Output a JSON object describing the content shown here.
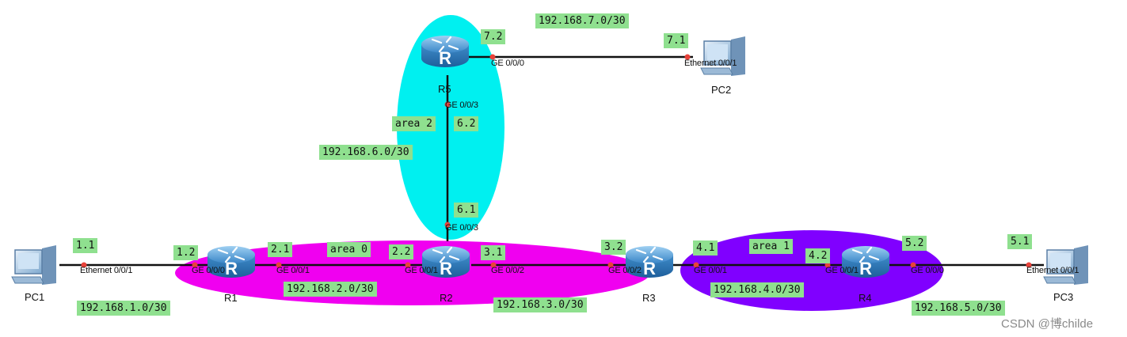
{
  "areas": {
    "area0": "area 0",
    "area1": "area 1",
    "area2": "area 2"
  },
  "nodes": {
    "PC1": "PC1",
    "PC2": "PC2",
    "PC3": "PC3",
    "R1": "R1",
    "R2": "R2",
    "R3": "R3",
    "R4": "R4",
    "R5": "R5"
  },
  "networks": {
    "n1": "192.168.1.0/30",
    "n2": "192.168.2.0/30",
    "n3": "192.168.3.0/30",
    "n4": "192.168.4.0/30",
    "n5": "192.168.5.0/30",
    "n6": "192.168.6.0/30",
    "n7": "192.168.7.0/30"
  },
  "addresses": {
    "pc1": "1.1",
    "r1_g000": "1.2",
    "r1_g001": "2.1",
    "r2_g001": "2.2",
    "r2_g002": "3.1",
    "r3_g002": "3.2",
    "r3_g001": "4.1",
    "r4_g001": "4.2",
    "r4_g000": "5.2",
    "pc3": "5.1",
    "r2_g003": "6.1",
    "r5_g003": "6.2",
    "r5_g000": "7.2",
    "pc2": "7.1"
  },
  "ports": {
    "pc1_eth": "Ethernet 0/0/1",
    "r1_g000": "GE 0/0/0",
    "r1_g001": "GE 0/0/1",
    "r2_g001": "GE 0/0/1",
    "r2_g002": "GE 0/0/2",
    "r2_g003": "GE 0/0/3",
    "r3_g002": "GE 0/0/2",
    "r3_g001": "GE 0/0/1",
    "r4_g001": "GE 0/0/1",
    "r4_g000": "GE 0/0/0",
    "pc3_eth": "Ethernet 0/0/1",
    "r5_g003": "GE 0/0/3",
    "r5_g000": "GE 0/0/0",
    "pc2_eth": "Ethernet 0/0/1"
  },
  "watermark": "CSDN @博childe",
  "colors": {
    "area0": "#f000f0",
    "area1": "#8000ff",
    "area2": "#00f0f0",
    "label_bg": "#8fe08f",
    "port_dot": "#e8423a"
  }
}
